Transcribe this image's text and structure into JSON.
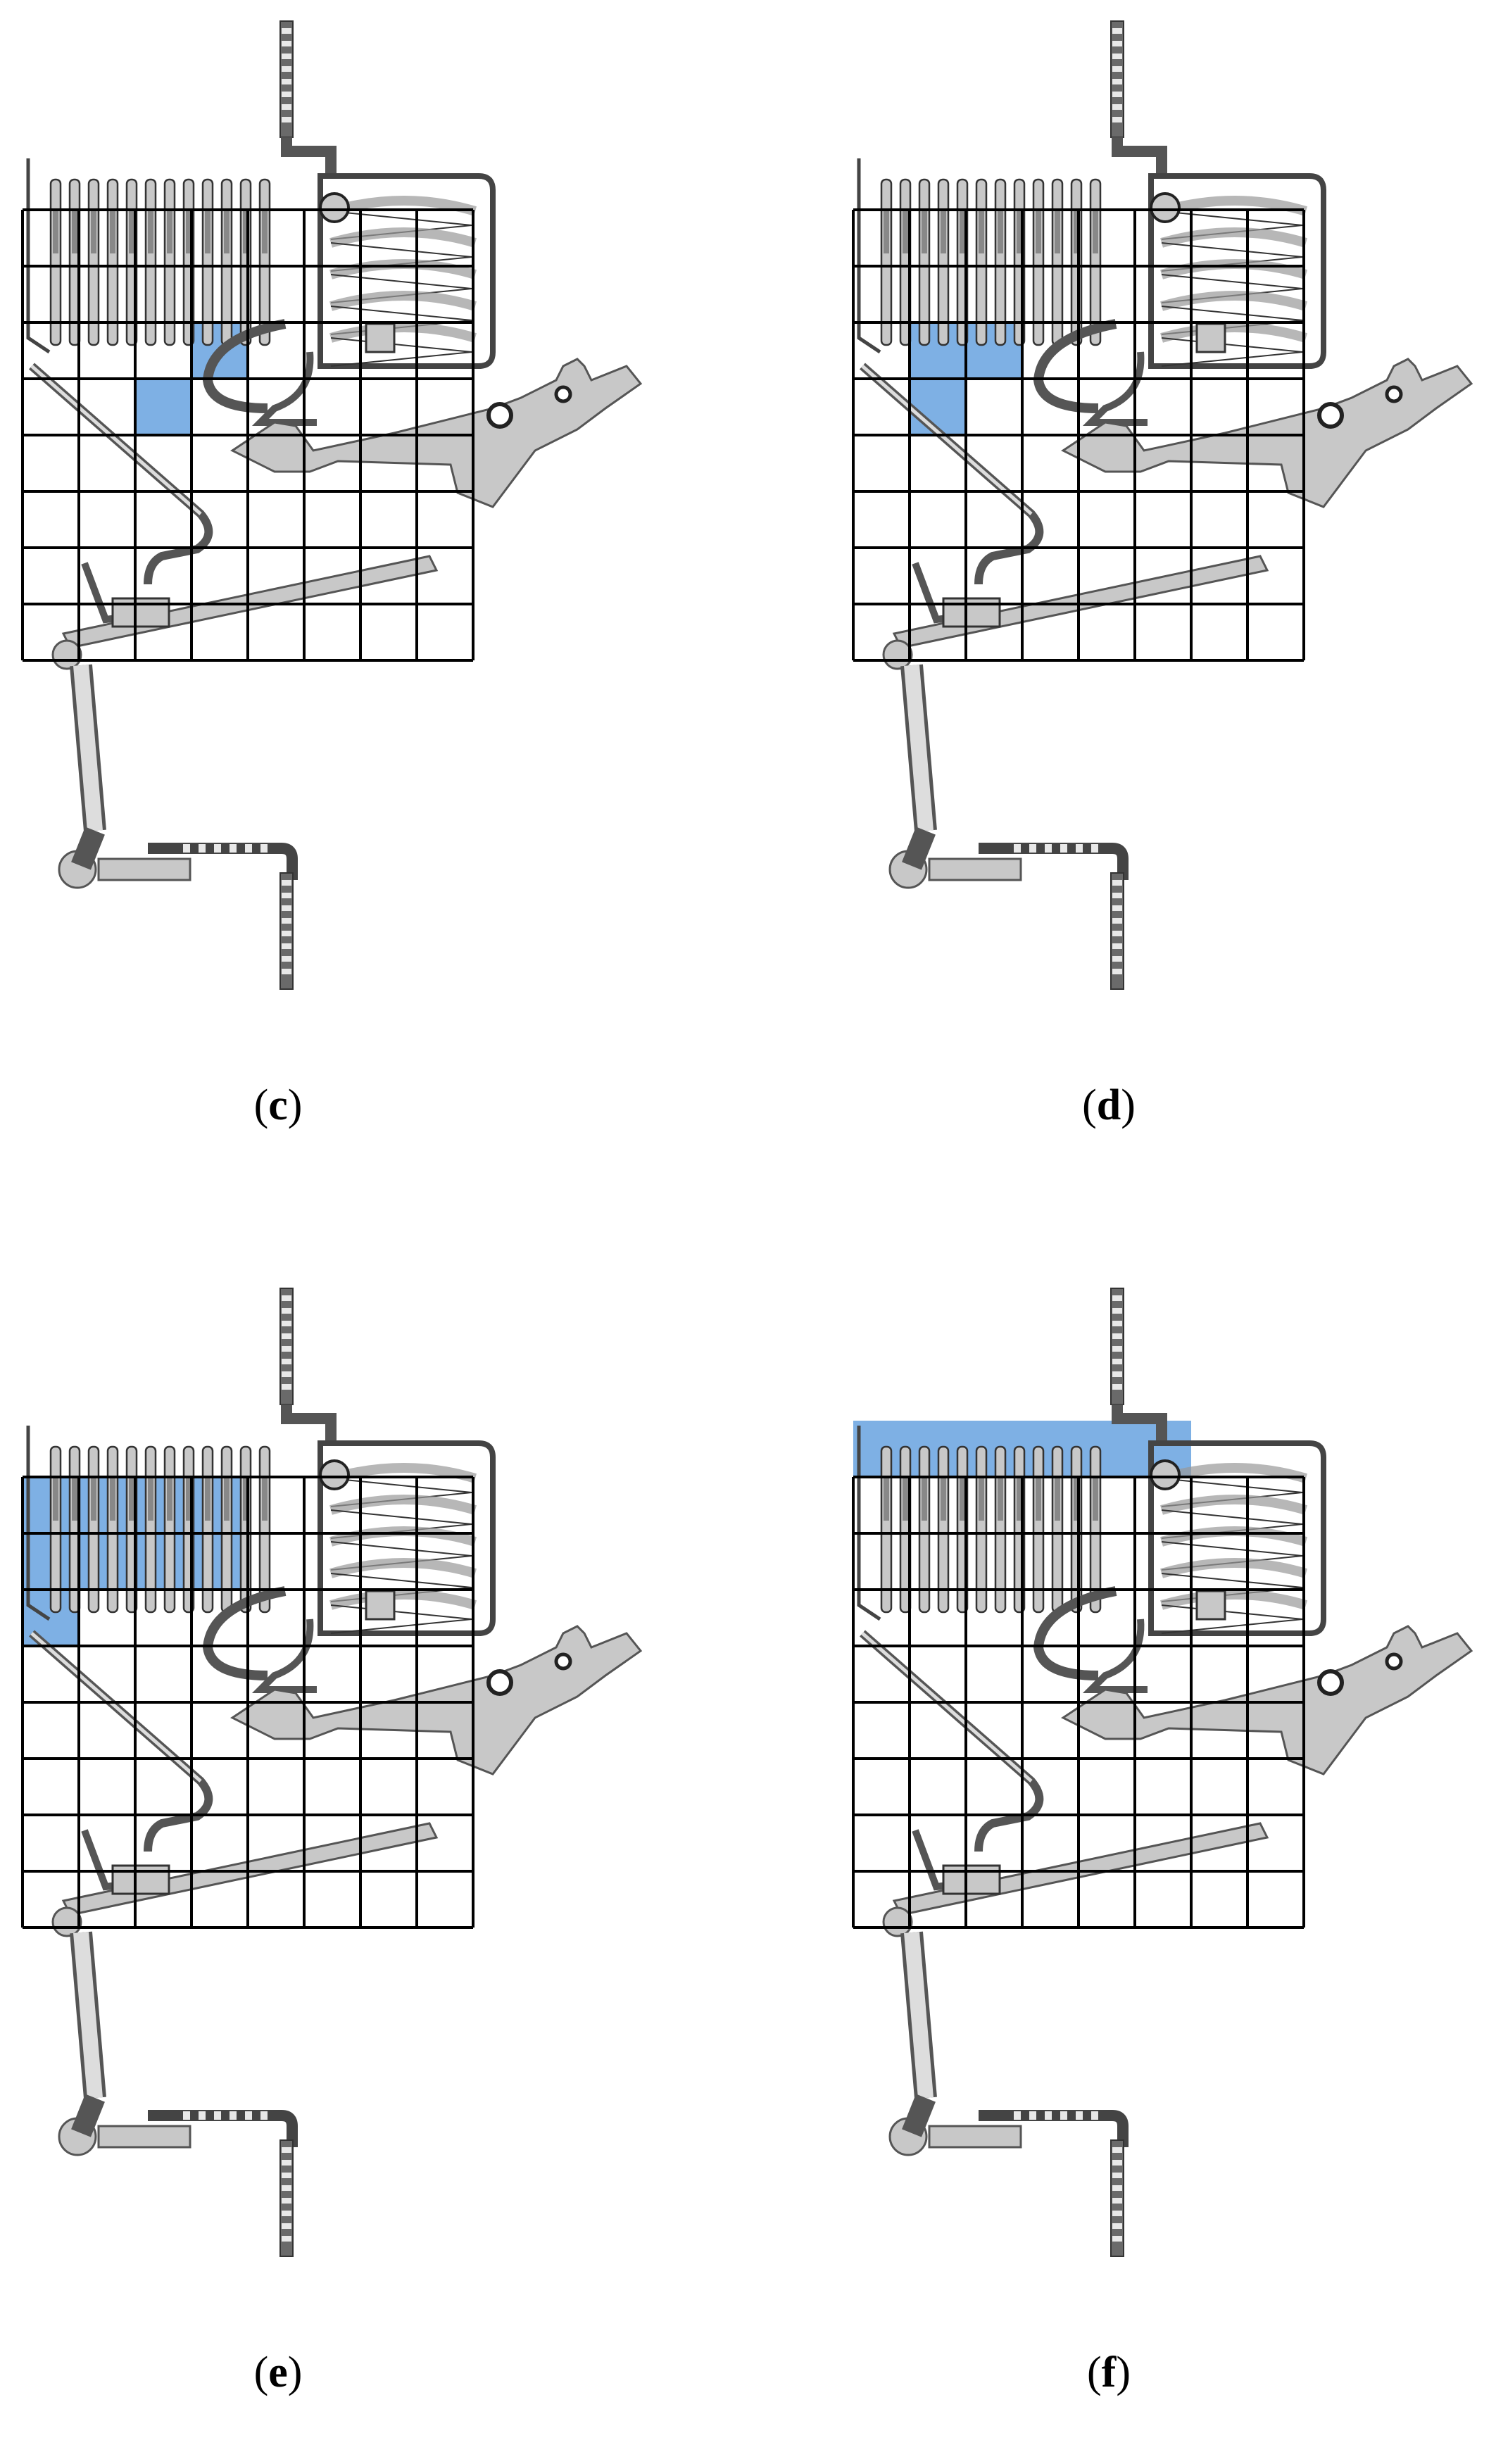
{
  "figure": {
    "panels": [
      {
        "id": "c",
        "caption_open": "(",
        "caption_letter": "c",
        "caption_close": ")",
        "highlight_cells": [
          [
            3,
            5
          ],
          [
            2,
            6
          ]
        ],
        "highlight_fill": "#7eb0e4"
      },
      {
        "id": "d",
        "caption_open": "(",
        "caption_letter": "d",
        "caption_close": ")",
        "highlight_cells": [
          [
            1,
            5
          ],
          [
            2,
            5
          ],
          [
            1,
            6
          ]
        ],
        "highlight_fill": "#7eb0e4"
      },
      {
        "id": "e",
        "caption_open": "(",
        "caption_letter": "e",
        "caption_close": ")",
        "highlight_cells": [
          [
            0,
            3
          ],
          [
            1,
            3
          ],
          [
            2,
            3
          ],
          [
            3,
            3
          ],
          [
            0,
            4
          ],
          [
            1,
            4
          ],
          [
            2,
            4
          ],
          [
            3,
            4
          ],
          [
            0,
            5
          ]
        ],
        "highlight_fill": "#7eb0e4"
      },
      {
        "id": "f",
        "caption_open": "(",
        "caption_letter": "f",
        "caption_close": ")",
        "highlight_cells": [
          [
            0,
            2
          ],
          [
            1,
            2
          ],
          [
            2,
            2
          ],
          [
            3,
            2
          ],
          [
            4,
            2
          ],
          [
            5,
            2
          ]
        ],
        "highlight_fill": "#7eb0e4"
      }
    ],
    "grid": {
      "columns": 8,
      "rows": 11,
      "line_color": "#000000",
      "part_fill": "#c8c8c8",
      "part_stroke": "#555555"
    }
  }
}
